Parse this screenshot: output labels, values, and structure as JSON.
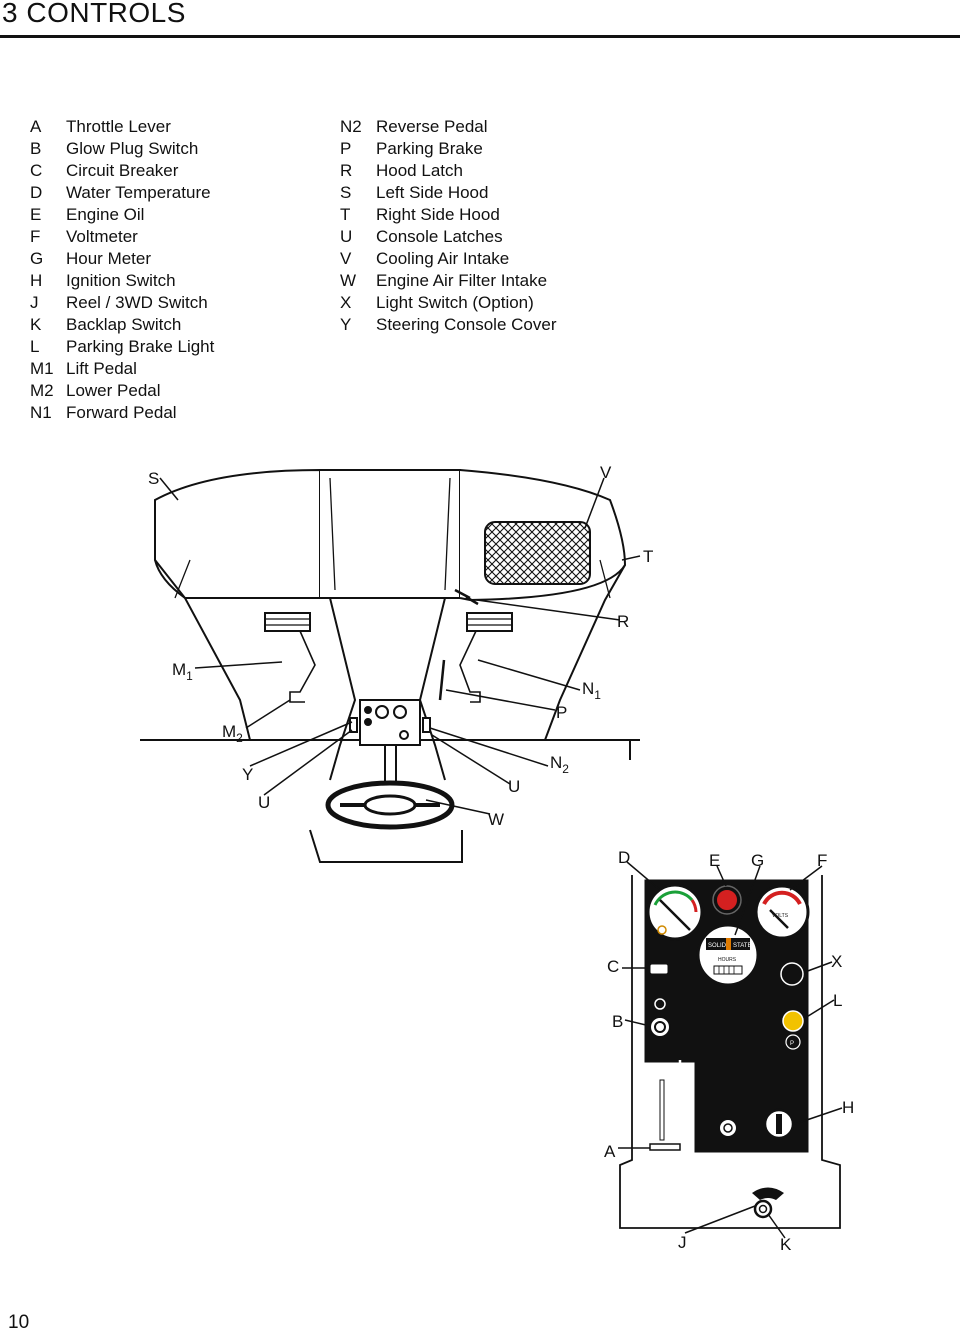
{
  "header": {
    "section_title": "3   CONTROLS"
  },
  "legend": {
    "column1": [
      {
        "letter": "A",
        "label": "Throttle Lever"
      },
      {
        "letter": "B",
        "label": "Glow Plug Switch"
      },
      {
        "letter": "C",
        "label": "Circuit Breaker"
      },
      {
        "letter": "D",
        "label": "Water Temperature"
      },
      {
        "letter": "E",
        "label": "Engine Oil"
      },
      {
        "letter": "F",
        "label": "Voltmeter"
      },
      {
        "letter": "G",
        "label": "Hour Meter"
      },
      {
        "letter": "H",
        "label": "Ignition Switch"
      },
      {
        "letter": "J",
        "label": "Reel / 3WD Switch"
      },
      {
        "letter": "K",
        "label": "Backlap Switch"
      },
      {
        "letter": "L",
        "label": "Parking Brake Light"
      },
      {
        "letter": "M1",
        "label": "Lift Pedal"
      },
      {
        "letter": "M2",
        "label": "Lower Pedal"
      },
      {
        "letter": "N1",
        "label": "Forward Pedal"
      }
    ],
    "column2": [
      {
        "letter": "N2",
        "label": "Reverse Pedal"
      },
      {
        "letter": "P",
        "label": "Parking Brake"
      },
      {
        "letter": "R",
        "label": "Hood Latch"
      },
      {
        "letter": "S",
        "label": "Left Side Hood"
      },
      {
        "letter": "T",
        "label": "Right Side Hood"
      },
      {
        "letter": "U",
        "label": "Console Latches"
      },
      {
        "letter": "V",
        "label": "Cooling Air Intake"
      },
      {
        "letter": "W",
        "label": "Engine Air Filter Intake"
      },
      {
        "letter": "X",
        "label": "Light Switch (Option)"
      },
      {
        "letter": "Y",
        "label": "Steering Console Cover"
      }
    ]
  },
  "figure1": {
    "callouts": {
      "S": "S",
      "V": "V",
      "T": "T",
      "R": "R",
      "M1": "M",
      "M1_sub": "1",
      "M2": "M",
      "M2_sub": "2",
      "N1": "N",
      "N1_sub": "1",
      "P": "P",
      "Y": "Y",
      "U_left": "U",
      "U_right": "U",
      "N2": "N",
      "N2_sub": "2",
      "W": "W"
    }
  },
  "figure2": {
    "callouts": {
      "D": "D",
      "E": "E",
      "G": "G",
      "F": "F",
      "C": "C",
      "X": "X",
      "L": "L",
      "B": "B",
      "H": "H",
      "A": "A",
      "J": "J",
      "K": "K"
    },
    "gauge_labels": {
      "voltmeter": "VOLTS",
      "hour_meter": "HOURS",
      "hour_brand_left": "SOLID",
      "hour_brand_right": "STATE",
      "parking_symbol": "P"
    },
    "colors": {
      "red_lamp": "#d42020",
      "yellow_lamp": "#f2c200",
      "panel": "#111111"
    }
  },
  "page_number": "10"
}
